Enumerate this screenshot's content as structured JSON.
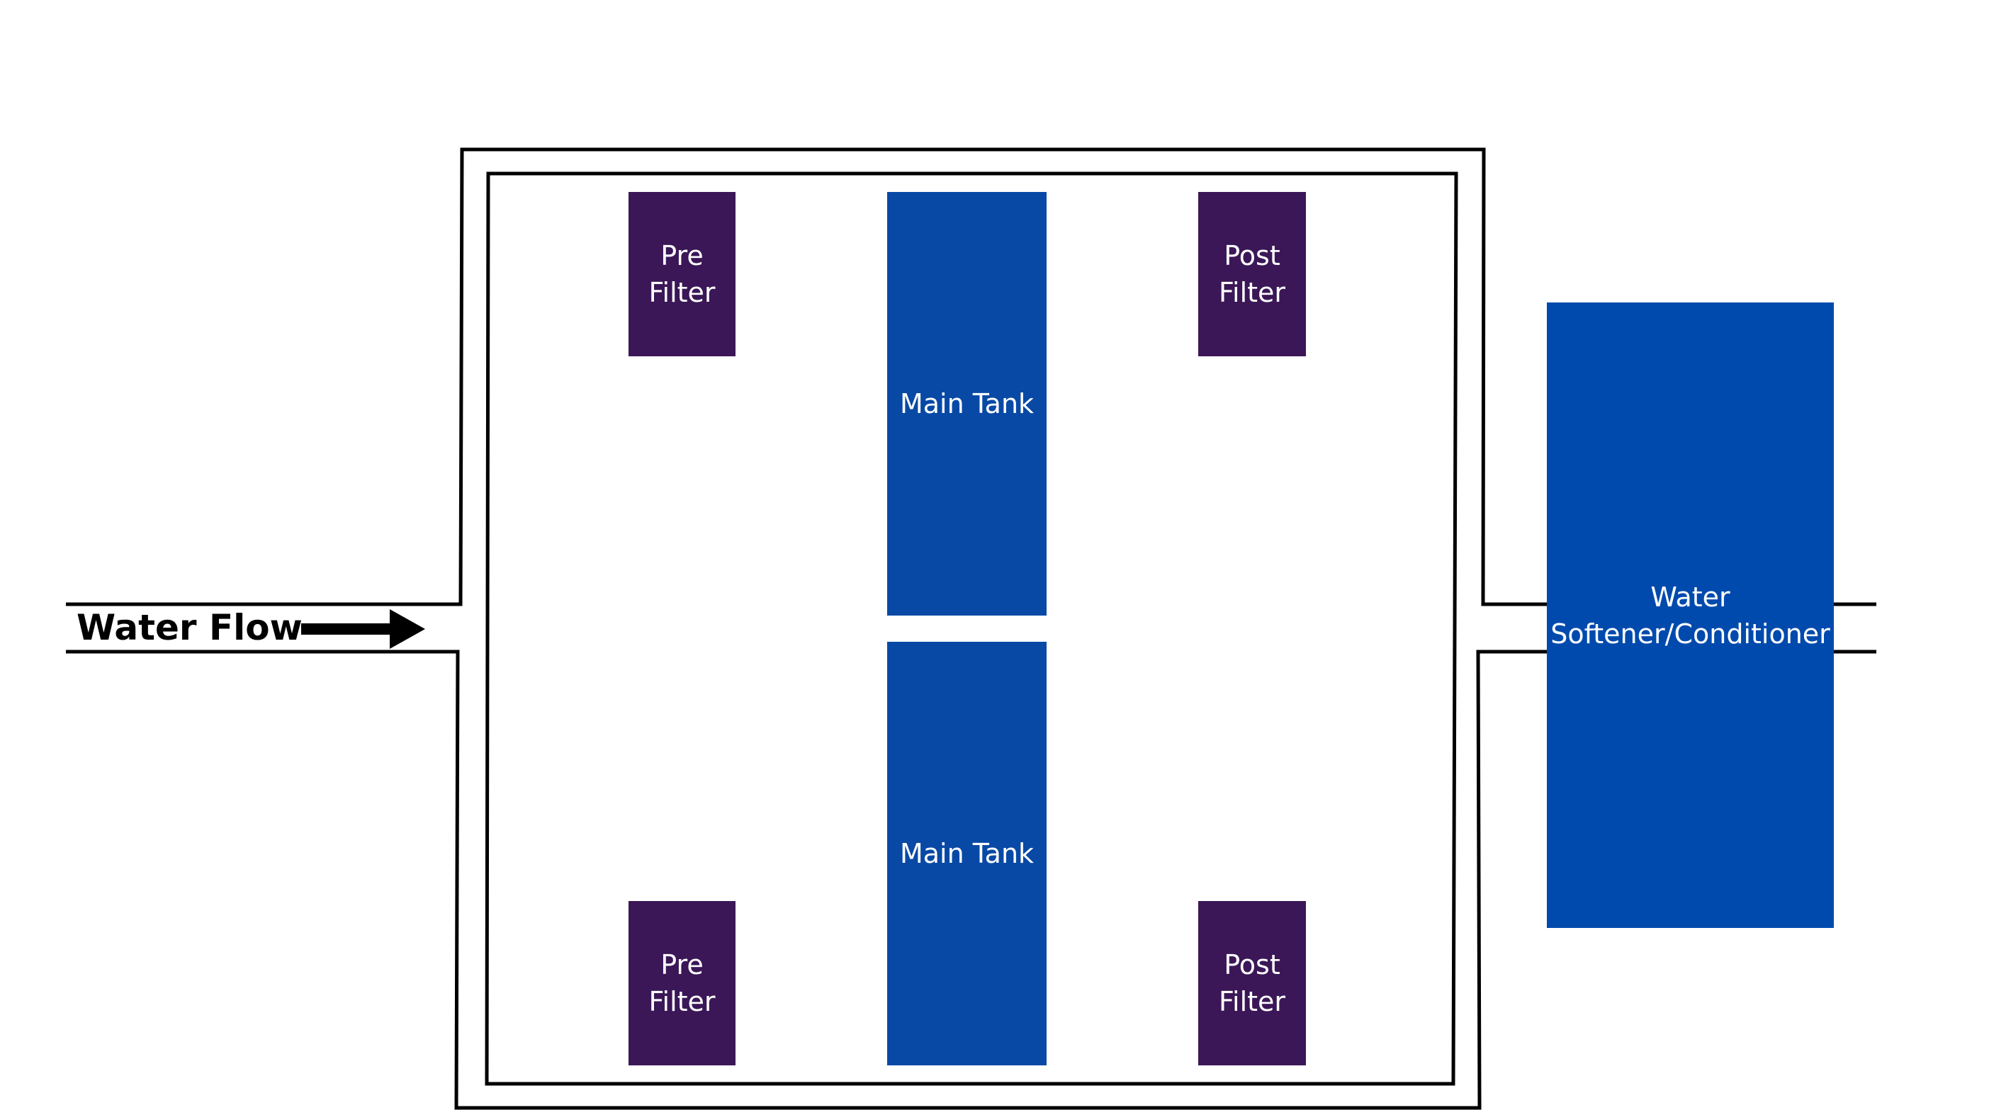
{
  "colors": {
    "filter": "#3b1757",
    "tank": "#0849a6",
    "softener": "#004aad",
    "line": "#000000"
  },
  "flow": {
    "label": "Water Flow",
    "icon": "arrow-right-icon"
  },
  "pre_filter_top": {
    "line1": "Pre",
    "line2": "Filter"
  },
  "pre_filter_bottom": {
    "line1": "Pre",
    "line2": "Filter"
  },
  "main_tank_top": {
    "label": "Main Tank"
  },
  "main_tank_bottom": {
    "label": "Main Tank"
  },
  "post_filter_top": {
    "line1": "Post",
    "line2": "Filter"
  },
  "post_filter_bottom": {
    "line1": "Post",
    "line2": "Filter"
  },
  "softener": {
    "line1": "Water",
    "line2": "Softener/Conditioner"
  }
}
